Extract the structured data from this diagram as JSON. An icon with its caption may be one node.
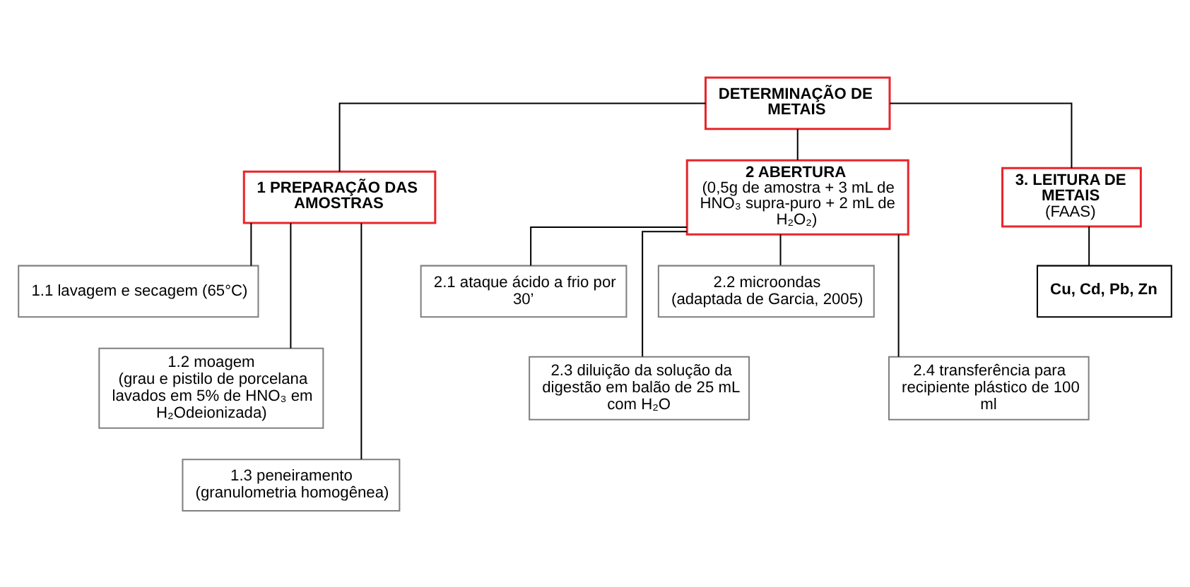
{
  "diagram": {
    "nodes": [
      {
        "text": [
          "DETERMINAÇÃO DE METAIS"
        ]
      },
      {
        "text": [
          "1 PREPARAÇÃO DAS AMOSTRAS"
        ]
      },
      {
        "text": [
          "2 ABERTURA",
          "(0,5g de amostra + 3 mL de HNO₃ supra-puro + 2 mL de H₂O₂)"
        ]
      },
      {
        "text": [
          "3. LEITURA DE METAIS",
          "(FAAS)"
        ]
      },
      {
        "text": [
          "1.1 lavagem e secagem (65°C)"
        ]
      },
      {
        "text": [
          "1.2 moagem",
          "(grau e pistilo de porcelana lavados em 5% de HNO₃ em H₂Odeionizada)"
        ]
      },
      {
        "text": [
          "1.3 peneiramento",
          "(granulometria homogênea)"
        ]
      },
      {
        "text": [
          "2.1 ataque ácido a frio por 30’"
        ]
      },
      {
        "text": [
          "2.2 microondas",
          "(adaptada de Garcia, 2005)"
        ]
      },
      {
        "text": [
          "2.3 diluição da solução da digestão em balão de 25 mL com H₂O"
        ]
      },
      {
        "text": [
          "2.4 transferência para recipiente plástico de 100 ml"
        ]
      },
      {
        "text": [
          "Cu, Cd, Pb, Zn"
        ]
      }
    ],
    "edges": [
      {
        "from": 0,
        "to": 1,
        "arrow": "none"
      },
      {
        "from": 0,
        "to": 2,
        "arrow": "none"
      },
      {
        "from": 0,
        "to": 3,
        "arrow": "none"
      },
      {
        "from": 1,
        "to": 4,
        "arrow": "none"
      },
      {
        "from": 1,
        "to": 5,
        "arrow": "none"
      },
      {
        "from": 1,
        "to": 6,
        "arrow": "none"
      },
      {
        "from": 2,
        "to": 7,
        "arrow": "none"
      },
      {
        "from": 2,
        "to": 8,
        "arrow": "none"
      },
      {
        "from": 2,
        "to": 9,
        "arrow": "none"
      },
      {
        "from": 2,
        "to": 10,
        "arrow": "none"
      },
      {
        "from": 3,
        "to": 11,
        "arrow": "none"
      }
    ]
  }
}
